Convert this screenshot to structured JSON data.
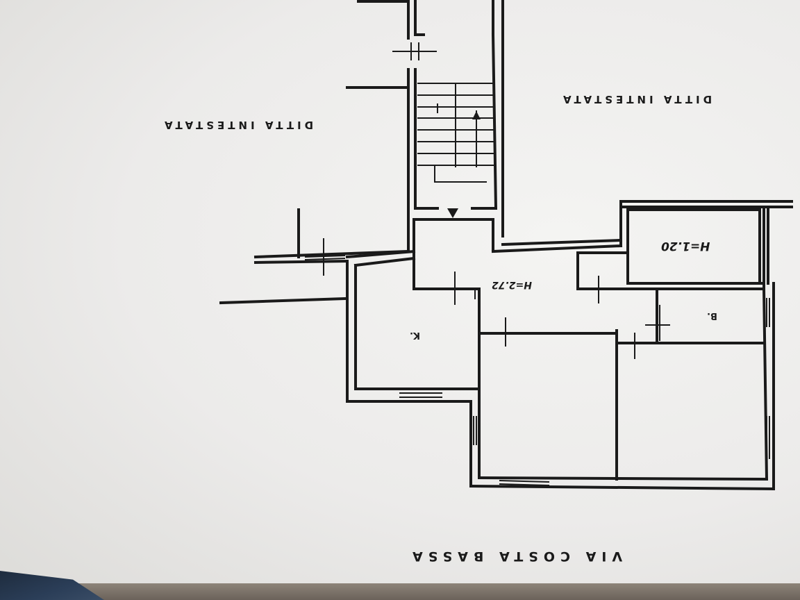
{
  "labels": {
    "tenant_left": "DITTA INTESTATA",
    "tenant_right": "DITTA INTESTATA",
    "street": "VIA COSTA BASSA",
    "height_main": "H=2.72",
    "height_attic": "H=1.20",
    "kitchen": "K.",
    "bath": "B."
  },
  "colors": {
    "paper": "#eeeeec",
    "ink": "#1a1a1a",
    "table": "#7a7168",
    "corner_object": "#24364d"
  }
}
